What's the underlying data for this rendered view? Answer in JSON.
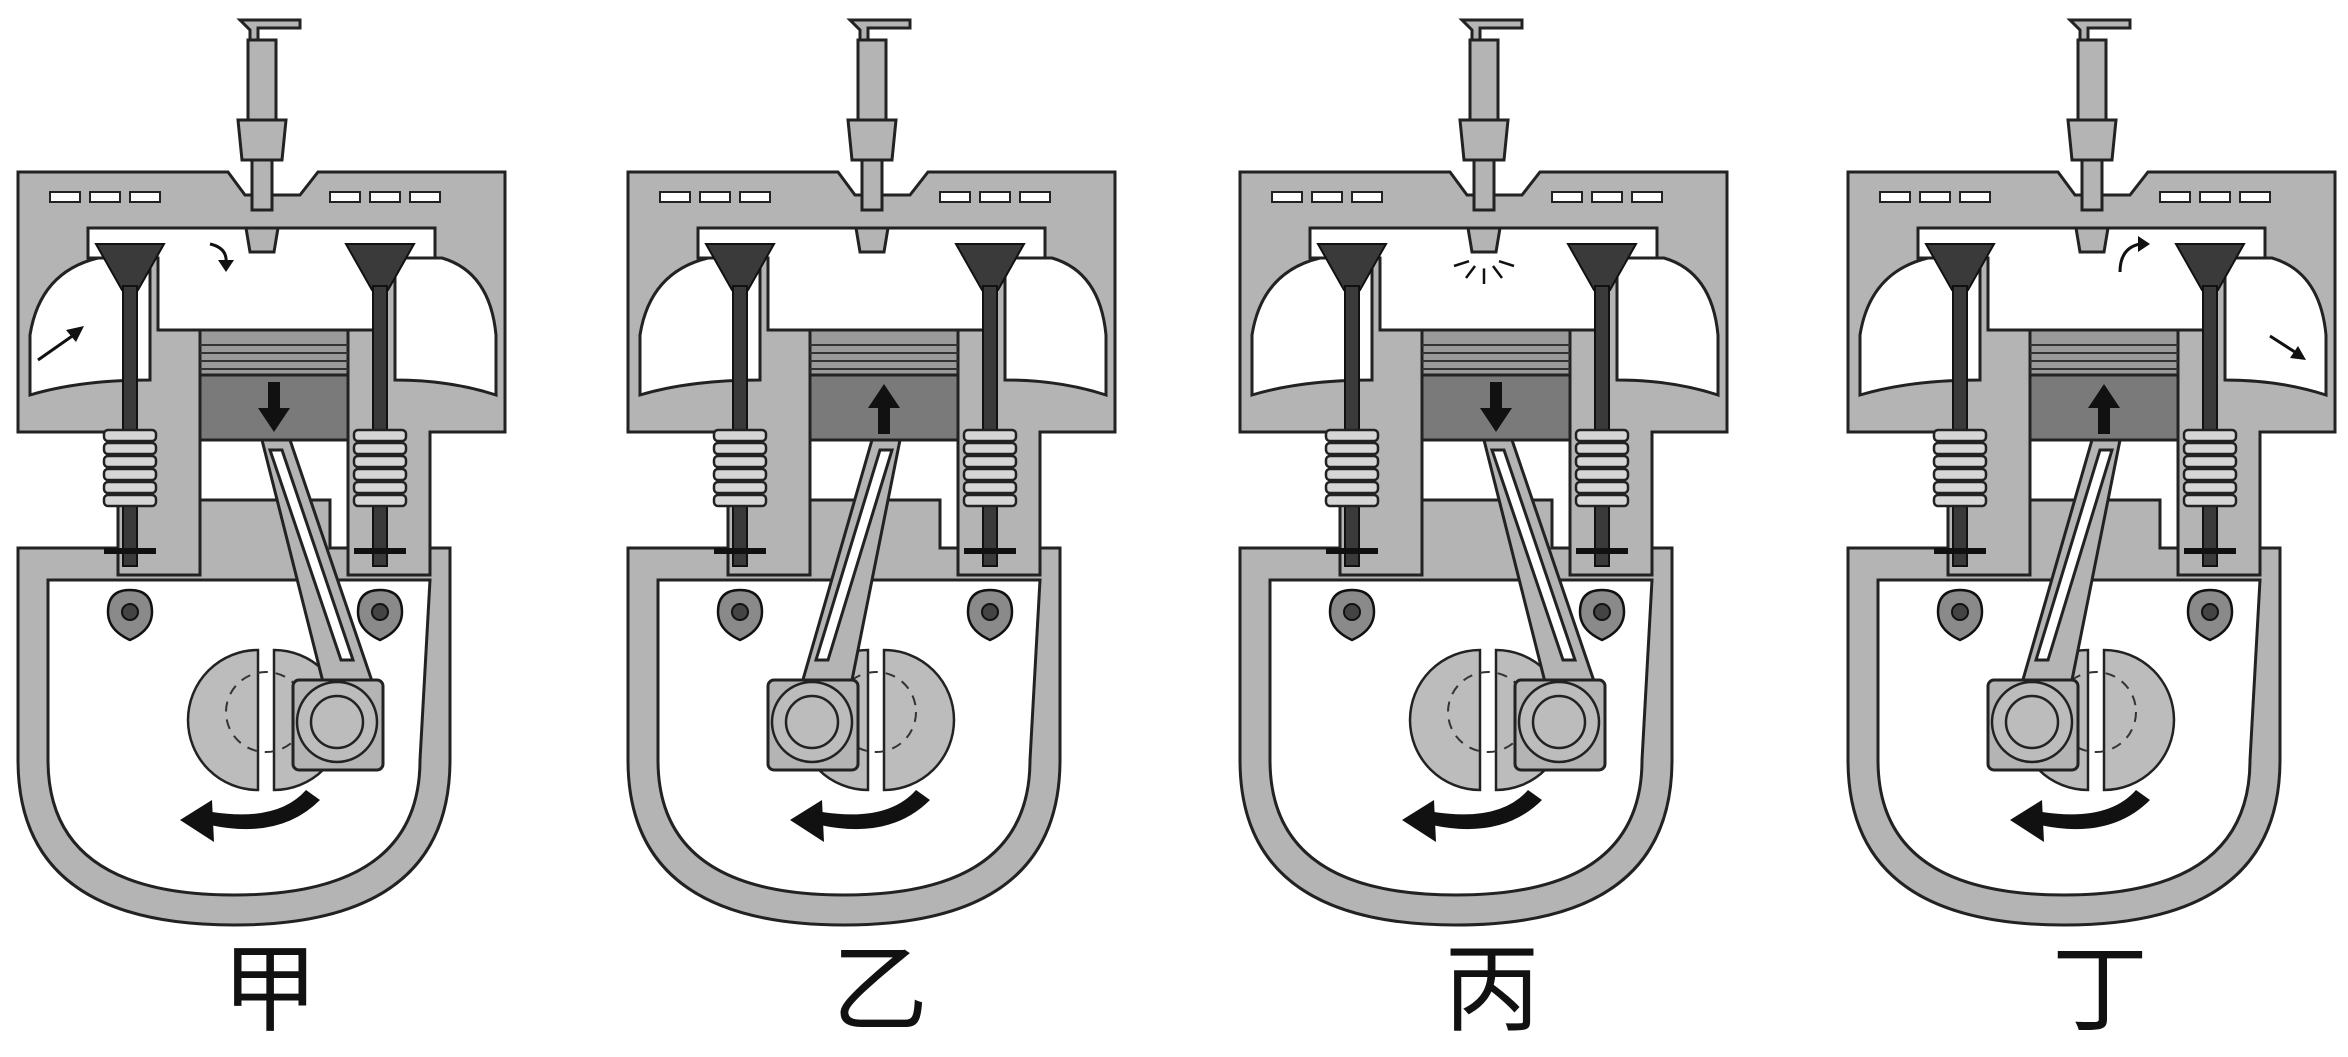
{
  "diagram": {
    "labels": [
      "甲",
      "乙",
      "丙",
      "丁"
    ],
    "colors": {
      "body": "#b4b4b4",
      "piston": "#7a7a7a",
      "valve": "#3a3a3a",
      "outline": "#222222",
      "background": "#ffffff"
    },
    "engines": [
      {
        "label_index": 0,
        "piston_arrow": "down",
        "intake_flow": true,
        "exhaust_flow": false,
        "spark": false,
        "crank_side": "right"
      },
      {
        "label_index": 1,
        "piston_arrow": "up",
        "intake_flow": false,
        "exhaust_flow": false,
        "spark": false,
        "crank_side": "left"
      },
      {
        "label_index": 2,
        "piston_arrow": "down",
        "intake_flow": false,
        "exhaust_flow": false,
        "spark": true,
        "crank_side": "right"
      },
      {
        "label_index": 3,
        "piston_arrow": "up",
        "intake_flow": false,
        "exhaust_flow": true,
        "spark": false,
        "crank_side": "left"
      }
    ]
  }
}
